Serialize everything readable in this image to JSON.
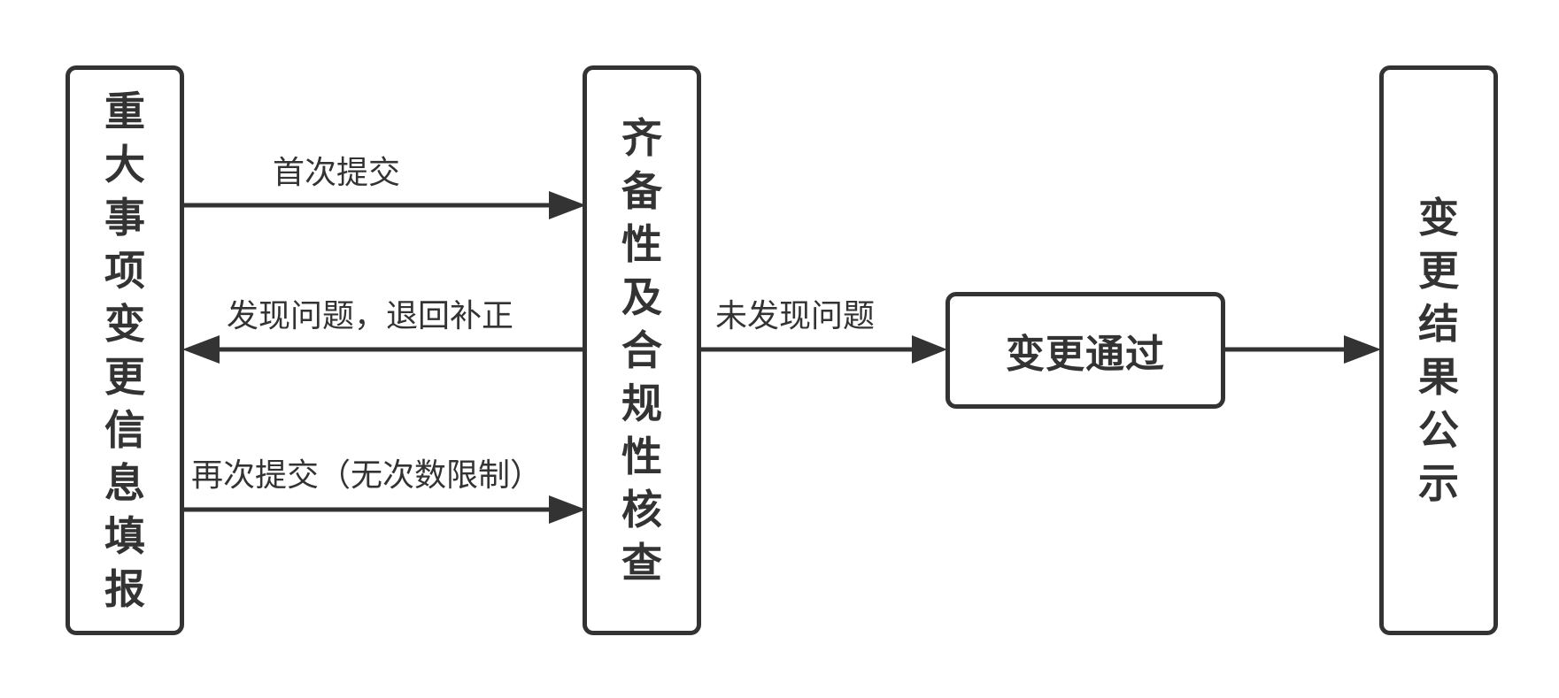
{
  "nodes": {
    "fill_report": "重大事项变更信息填报",
    "compliance_check": "齐备性及合规性核查",
    "change_passed": "变更通过",
    "result_publish": "变更结果公示"
  },
  "edges": {
    "first_submit": "首次提交",
    "return_fix": "发现问题，退回补正",
    "resubmit": "再次提交（无次数限制）",
    "no_issue": "未发现问题"
  },
  "colors": {
    "stroke": "#333333",
    "background": "#ffffff"
  }
}
